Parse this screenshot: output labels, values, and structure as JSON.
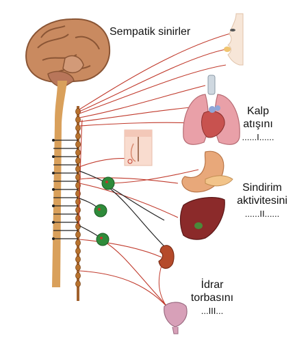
{
  "labels": {
    "sympathetic": "Sempatik sinirler",
    "heart_line1": "Kalp",
    "heart_line2": "atışını",
    "heart_blank": "......I......",
    "digest_line1": "Sindirim",
    "digest_line2": "aktivitesini",
    "digest_blank": "......II......",
    "bladder_line1": "İdrar",
    "bladder_line2": "torbasını",
    "bladder_blank": "...III..."
  },
  "colors": {
    "nerve": "#c0392b",
    "cord": "#d9a05b",
    "ganglion": "#2e8b3a",
    "organ_lung": "#e9a0a8",
    "organ_heart": "#c8524f",
    "organ_liver": "#8b2a2a",
    "organ_stomach": "#e8a87a",
    "organ_kidney": "#b54a2a",
    "organ_bladder": "#d7a0b8"
  },
  "icons": [
    "brain-icon",
    "face-icon",
    "lungs-heart-icon",
    "skin-section-icon",
    "stomach-icon",
    "liver-icon",
    "kidney-icon",
    "bladder-icon"
  ]
}
